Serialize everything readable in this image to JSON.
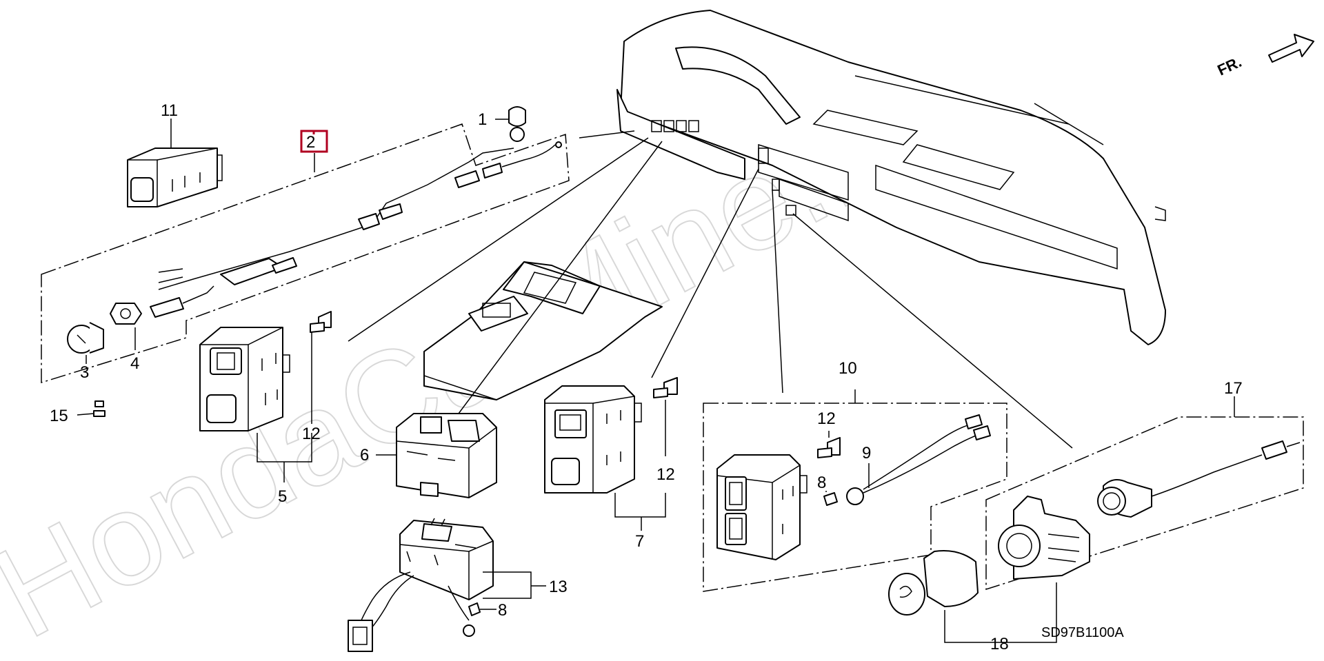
{
  "diagram": {
    "watermark": "HondaCarMine.ru",
    "diagram_code": "SD97B1100A",
    "direction_label": "FR.",
    "callouts": {
      "c1": "1",
      "c2": "2",
      "c3": "3",
      "c4": "4",
      "c5": "5",
      "c6": "6",
      "c7": "7",
      "c8a": "8",
      "c8b": "8",
      "c9": "9",
      "c10": "10",
      "c11": "11",
      "c12a": "12",
      "c12b": "12",
      "c12c": "12",
      "c13": "13",
      "c15": "15",
      "c17": "17",
      "c18": "18"
    },
    "highlighted_callout": "2"
  }
}
